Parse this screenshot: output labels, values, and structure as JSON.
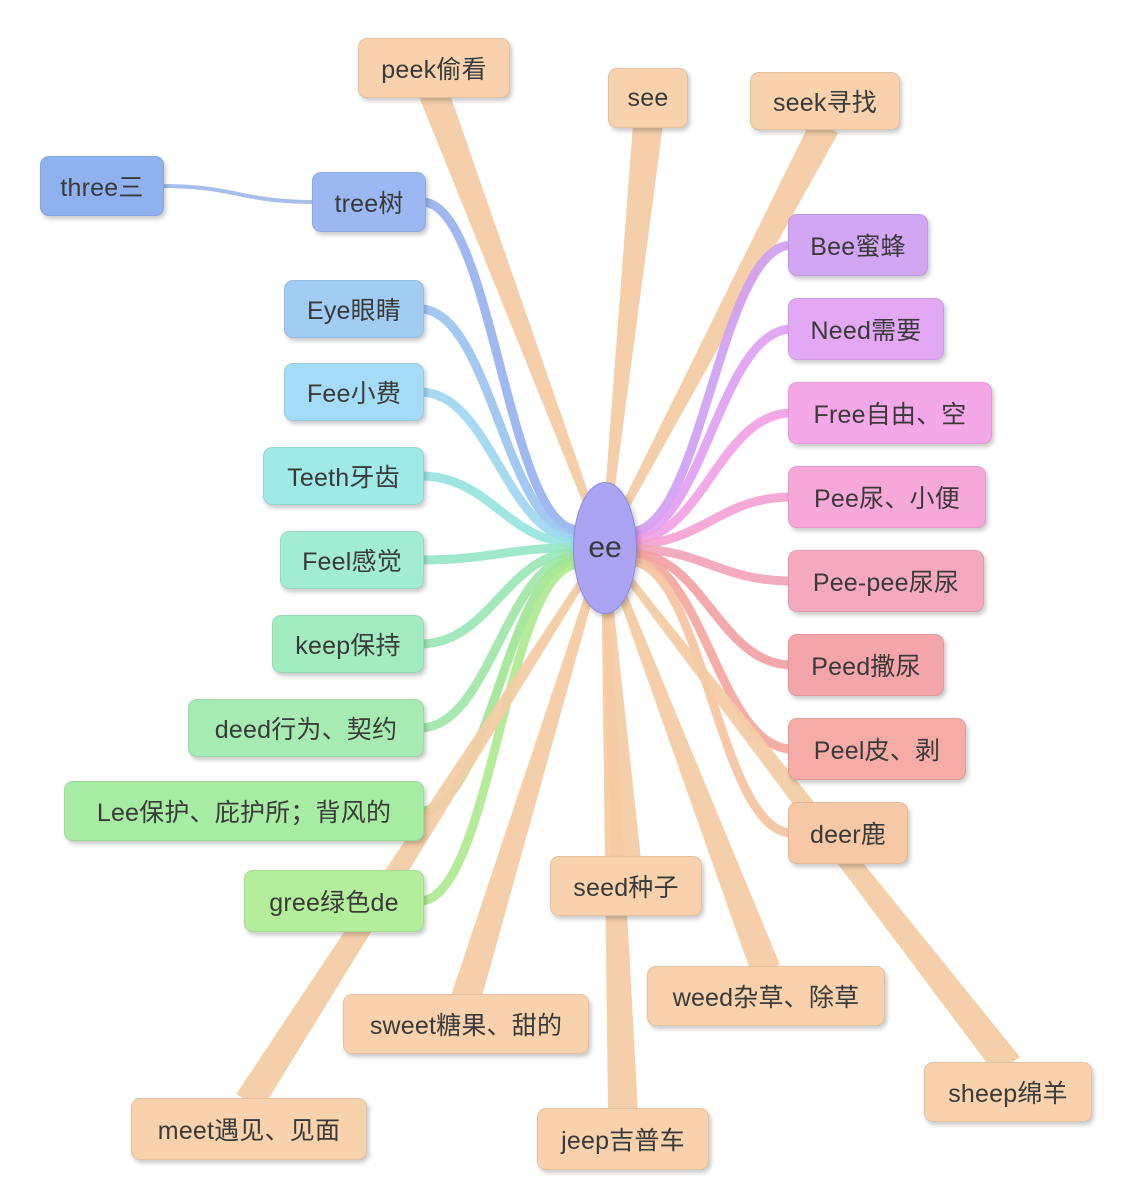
{
  "center": {
    "label": "ee",
    "color": "#a9a3f2"
  },
  "nodes": [
    {
      "id": "peek",
      "label": "peek偷看",
      "color": "#f7d2ad"
    },
    {
      "id": "see",
      "label": "see",
      "color": "#f7d2ad"
    },
    {
      "id": "seek",
      "label": "seek寻找",
      "color": "#f7d2ad"
    },
    {
      "id": "three",
      "label": "three三",
      "color": "#8fb2ef"
    },
    {
      "id": "tree",
      "label": "tree树",
      "color": "#9cb8f2"
    },
    {
      "id": "eye",
      "label": "Eye眼睛",
      "color": "#a2cdf3"
    },
    {
      "id": "fee",
      "label": "Fee小费",
      "color": "#a4dcf5"
    },
    {
      "id": "teeth",
      "label": "Teeth牙齿",
      "color": "#9fe9e6"
    },
    {
      "id": "feel",
      "label": "Feel感觉",
      "color": "#a2ecd4"
    },
    {
      "id": "keep",
      "label": "keep保持",
      "color": "#a2ecbf"
    },
    {
      "id": "deed",
      "label": "deed行为、契约",
      "color": "#a6ecb2"
    },
    {
      "id": "lee",
      "label": "Lee保护、庇护所；背风的",
      "color": "#a6eca3"
    },
    {
      "id": "gree",
      "label": "gree绿色de",
      "color": "#b4ee9b"
    },
    {
      "id": "bee",
      "label": "Bee蜜蜂",
      "color": "#d3a6f4"
    },
    {
      "id": "need",
      "label": "Need需要",
      "color": "#e3a8f4"
    },
    {
      "id": "free",
      "label": "Free自由、空",
      "color": "#f5a8e8"
    },
    {
      "id": "pee",
      "label": "Pee尿、小便",
      "color": "#f6a9d8"
    },
    {
      "id": "peepee",
      "label": "Pee-pee尿尿",
      "color": "#f5a9bf"
    },
    {
      "id": "peed",
      "label": "Peed撒尿",
      "color": "#f4a5a9"
    },
    {
      "id": "peel",
      "label": "Peel皮、剥",
      "color": "#f5aca6"
    },
    {
      "id": "deer",
      "label": "deer鹿",
      "color": "#f7c8a5"
    },
    {
      "id": "seed",
      "label": "seed种子",
      "color": "#f7d2ad"
    },
    {
      "id": "weed",
      "label": "weed杂草、除草",
      "color": "#f7d2ad"
    },
    {
      "id": "sweet",
      "label": "sweet糖果、甜的",
      "color": "#f7d2ad"
    },
    {
      "id": "sheep",
      "label": "sheep绵羊",
      "color": "#f7d2ad"
    },
    {
      "id": "meet",
      "label": "meet遇见、见面",
      "color": "#f7d2ad"
    },
    {
      "id": "jeep",
      "label": "jeep吉普车",
      "color": "#f7d2ad"
    }
  ],
  "edges": [
    {
      "from": "center",
      "to": "peek",
      "color": "#f4cba3"
    },
    {
      "from": "center",
      "to": "see",
      "color": "#f4cba3"
    },
    {
      "from": "center",
      "to": "seek",
      "color": "#f4cba3"
    },
    {
      "from": "center",
      "to": "tree",
      "color": "#95b0ee"
    },
    {
      "from": "center",
      "to": "eye",
      "color": "#9ac3ef"
    },
    {
      "from": "center",
      "to": "fee",
      "color": "#9cd6f2"
    },
    {
      "from": "center",
      "to": "teeth",
      "color": "#95e3dd"
    },
    {
      "from": "center",
      "to": "feel",
      "color": "#96e6c6"
    },
    {
      "from": "center",
      "to": "keep",
      "color": "#97e6b2"
    },
    {
      "from": "center",
      "to": "deed",
      "color": "#9de6a5"
    },
    {
      "from": "center",
      "to": "lee",
      "color": "#9fe693"
    },
    {
      "from": "center",
      "to": "gree",
      "color": "#abe98d"
    },
    {
      "from": "center",
      "to": "bee",
      "color": "#cf9df2"
    },
    {
      "from": "center",
      "to": "need",
      "color": "#df9ff2"
    },
    {
      "from": "center",
      "to": "free",
      "color": "#f29fe4"
    },
    {
      "from": "center",
      "to": "pee",
      "color": "#f3a0d1"
    },
    {
      "from": "center",
      "to": "peepee",
      "color": "#f3a2b8"
    },
    {
      "from": "center",
      "to": "peed",
      "color": "#f29ea2"
    },
    {
      "from": "center",
      "to": "peel",
      "color": "#f3a59c"
    },
    {
      "from": "center",
      "to": "deer",
      "color": "#f5c29d"
    },
    {
      "from": "center",
      "to": "seed",
      "color": "#f4cba3"
    },
    {
      "from": "center",
      "to": "weed",
      "color": "#f4cba3"
    },
    {
      "from": "center",
      "to": "sweet",
      "color": "#f4cba3"
    },
    {
      "from": "center",
      "to": "sheep",
      "color": "#f4cba3"
    },
    {
      "from": "center",
      "to": "meet",
      "color": "#f4cba3"
    },
    {
      "from": "center",
      "to": "jeep",
      "color": "#f4cba3"
    },
    {
      "from": "tree",
      "to": "three",
      "color": "#9cb8e8"
    }
  ]
}
